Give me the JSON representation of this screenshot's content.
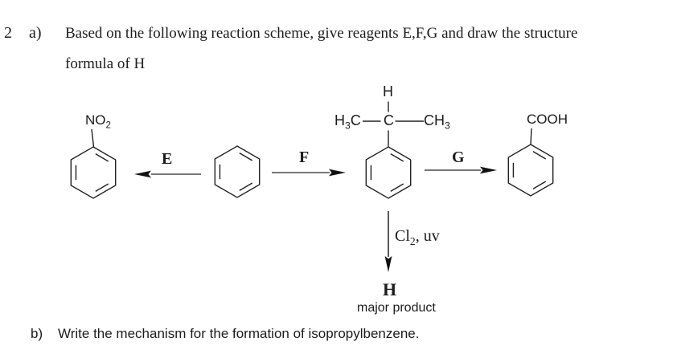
{
  "colors": {
    "background": "#ffffff",
    "text": "#1c1c1c",
    "bond": "#222222",
    "arrow_stem": "#4a4a4a",
    "arrow_head": "#111111"
  },
  "question": {
    "number": "2",
    "part_a": {
      "label": "a)",
      "line1": "Based on the following reaction scheme, give reagents E,F,G and draw the structure",
      "line2": "formula of H"
    },
    "part_b": {
      "label": "b)",
      "text": "Write the mechanism for the formation of isopropylbenzene."
    }
  },
  "scheme": {
    "reagents": {
      "e": "E",
      "f": "F",
      "g": "G"
    },
    "nitrobenzene_label": {
      "main": "NO",
      "sub": "2"
    },
    "cumene": {
      "h_top": "H",
      "left_group": {
        "p1": "H",
        "sub": "3",
        "p2": "C"
      },
      "central_atom": "C",
      "right_group": {
        "p1": "CH",
        "sub": "3"
      }
    },
    "benzoic_acid_label": "COOH",
    "chlorination_conditions": {
      "p1": "Cl",
      "sub": "2",
      "p2": ", uv"
    },
    "product": {
      "label": "H",
      "note": "major product"
    }
  }
}
